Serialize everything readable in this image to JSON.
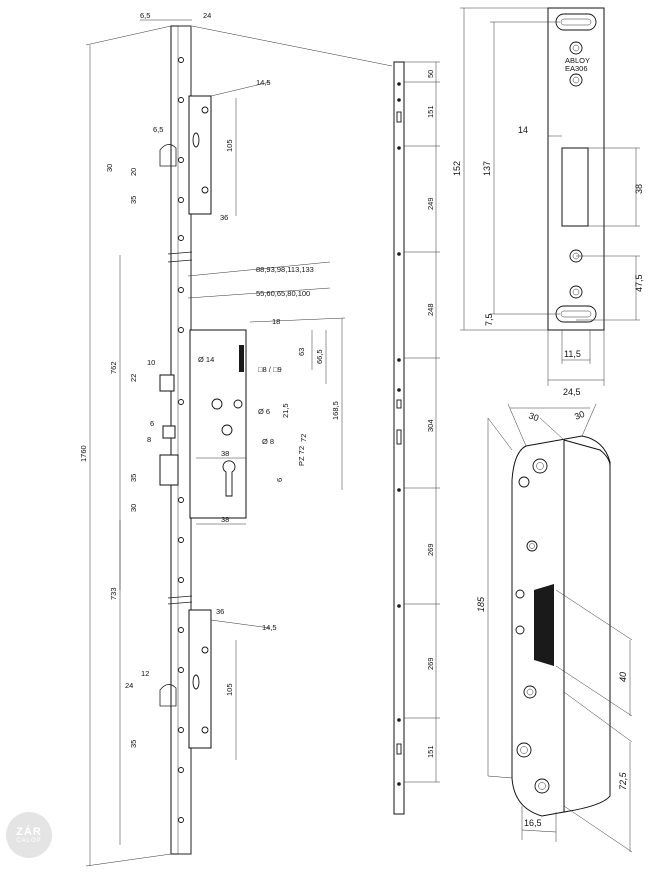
{
  "diagram": {
    "long_view": {
      "top_dims": [
        "6,5",
        "24"
      ],
      "total_length": "1760",
      "lower_section": "733",
      "middle_section": "762",
      "upper_lock": {
        "labels": [
          "14,5",
          "6,5",
          "105",
          "30",
          "20",
          "35",
          "36"
        ]
      },
      "main_lock": {
        "backsets_a": "88,93,98,113,133",
        "backsets_b": "55,60,65,80,100",
        "labels": [
          "18",
          "10",
          "22",
          "6",
          "8",
          "35",
          "30",
          "38",
          "38",
          "63",
          "66,5",
          "168,5",
          "21,5",
          "72",
          "6"
        ],
        "hole_labels": [
          "Ø 14",
          "Ø 6",
          "Ø 8"
        ],
        "square_label": "□8 / □9",
        "pz_label": "PZ 72"
      },
      "lower_lock": {
        "labels": [
          "36",
          "14,5",
          "12",
          "24",
          "105",
          "35"
        ]
      }
    },
    "rail_view": {
      "segments": [
        "50",
        "151",
        "249",
        "248",
        "304",
        "269",
        "269",
        "151"
      ]
    },
    "strike_plate": {
      "brand_line1": "ABLOY",
      "brand_line2": "EA306",
      "dims": [
        "152",
        "137",
        "14",
        "38",
        "47,5",
        "7,5",
        "11,5",
        "24,5"
      ]
    },
    "iso_view": {
      "dims": [
        "30",
        "30",
        "185",
        "40",
        "72,5",
        "16,5"
      ]
    }
  },
  "logo": {
    "big": "ZÁR",
    "small": "CALOP"
  }
}
